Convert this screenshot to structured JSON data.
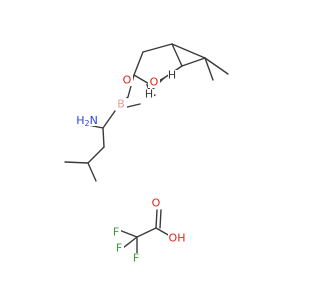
{
  "molecule": {
    "atoms": [
      {
        "id": "O1",
        "label": "O",
        "color": "#e0241b"
      },
      {
        "id": "O2",
        "label": "O",
        "color": "#e0241b"
      },
      {
        "id": "B",
        "label": "B",
        "color": "#e8a09a"
      },
      {
        "id": "N",
        "label": "H2N",
        "color": "#2c48d6"
      },
      {
        "id": "H_bridgehead",
        "label": "H",
        "color": "#3a3a3a"
      },
      {
        "id": "H_stereo",
        "label": "H",
        "color": "#3a3a3a"
      },
      {
        "id": "O_carbonyl",
        "label": "O",
        "color": "#e0241b"
      },
      {
        "id": "O_hydroxyl",
        "label": "OH",
        "color": "#e0241b"
      },
      {
        "id": "F1",
        "label": "F",
        "color": "#3a9a3a"
      },
      {
        "id": "F2",
        "label": "F",
        "color": "#3a9a3a"
      },
      {
        "id": "F3",
        "label": "F",
        "color": "#3a9a3a"
      }
    ]
  }
}
